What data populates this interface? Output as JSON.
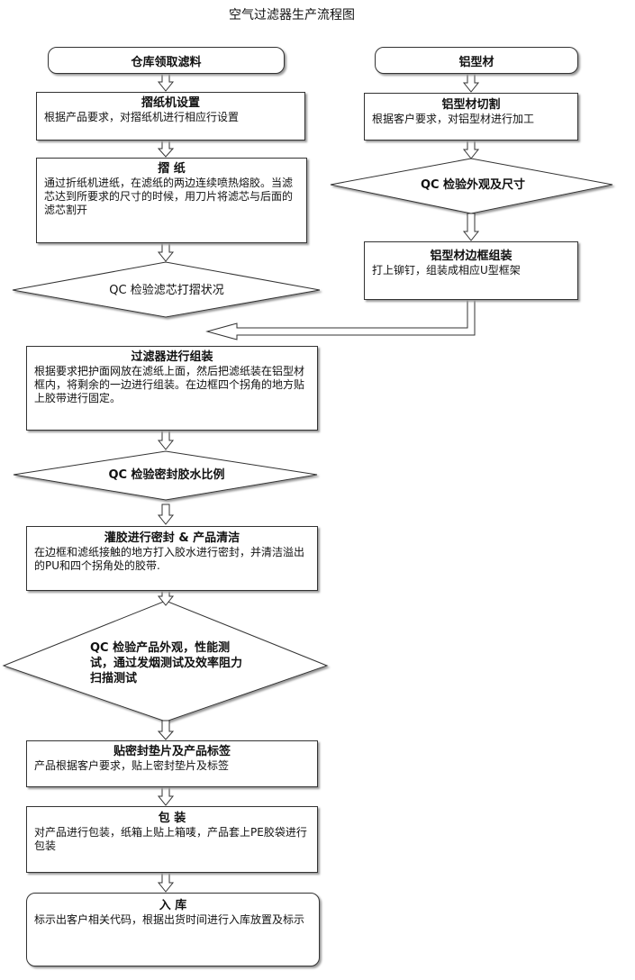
{
  "title": "空气过滤器生产流程图",
  "left": {
    "start": "仓库领取滤料",
    "pleat_setup": {
      "title": "摺纸机设置",
      "desc": "根据产品要求，对摺纸机进行相应行设置"
    },
    "pleat": {
      "title": "摺  纸",
      "desc": "通过折纸机进纸，在滤纸的两边连续喷热熔胶。当滤芯达到所要求的尺寸的时候，用刀片将滤芯与后面的滤芯割开"
    },
    "qc_pleat": "QC 检验滤芯打摺状况",
    "assembly": {
      "title": "过滤器进行组装",
      "desc": "根据要求把护面网放在滤纸上面，然后把滤纸装在铝型材框内，将剩余的一边进行组装。在边框四个拐角的地方贴上胶带进行固定。"
    },
    "qc_glue": "QC 检验密封胶水比例",
    "glue": {
      "title": "灌胶进行密封  & 产品清洁",
      "desc": "在边框和滤纸接触的地方打入胶水进行密封，并清洁溢出的PU和四个拐角处的胶带."
    },
    "qc_product": "QC 检验产品外观，性能测试，通过发烟测试及效率阻力扫描测试",
    "label": {
      "title": "贴密封垫片及产品标签",
      "desc": "产品根据客户要求，贴上密封垫片及标签"
    },
    "pack": {
      "title": "包  装",
      "desc": "对产品进行包装，纸箱上贴上箱唛，产品套上PE胶袋进行包装"
    },
    "store": {
      "title": "入  库",
      "desc": "标示出客户相关代码，根据出货时间进行入库放置及标示"
    }
  },
  "right": {
    "start": "铝型材",
    "cut": {
      "title": "铝型材切割",
      "desc": "根据客户要求，对铝型材进行加工"
    },
    "qc_cut": "QC 检验外观及尺寸",
    "frame": {
      "title": "铝型材边框组装",
      "desc": "打上铆钉，组装成相应U型框架"
    }
  },
  "colors": {
    "line": "#333333",
    "shadow": "#9a9a9a",
    "background": "#ffffff"
  }
}
